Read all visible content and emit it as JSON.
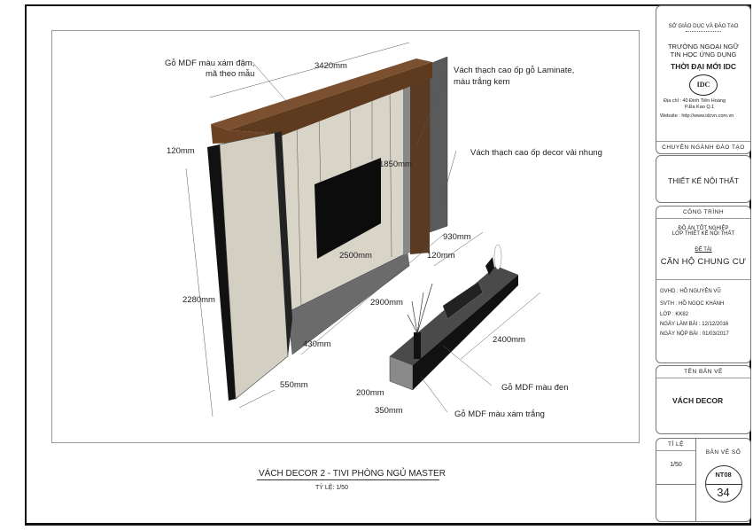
{
  "drawing": {
    "labels": {
      "beam_material_1": "Gỗ MDF màu xám đậm,",
      "beam_material_2": "mã theo mẫu",
      "laminate_wall_1": "Vách thạch cao ốp gỗ Laminate,",
      "laminate_wall_2": "màu trắng kem",
      "velvet_wall": "Vách thạch cao ốp decor vải nhung",
      "black_mdf": "Gỗ MDF màu đen",
      "gray_mdf": "Gỗ MDF màu xám trắng"
    },
    "dimensions": {
      "d3420": "3420mm",
      "d120a": "120mm",
      "d1850": "1850mm",
      "d2280": "2280mm",
      "d930": "930mm",
      "d120b": "120mm",
      "d2500": "2500mm",
      "d2900": "2900mm",
      "d430": "430mm",
      "d550": "550mm",
      "d2400": "2400mm",
      "d200": "200mm",
      "d350": "350mm"
    },
    "title": "VÁCH DECOR 2 - TIVI PHÒNG NGỦ MASTER",
    "scale": "TỶ LỆ: 1/50"
  },
  "title_block": {
    "dept": "SỞ GIÁO DỤC VÀ ĐÀO TẠO",
    "school_1": "TRƯỜNG NGOẠI NGỮ",
    "school_2": "TIN HỌC ỨNG DỤNG",
    "school_3": "THỜI ĐẠI MỚI IDC",
    "logo": "IDC",
    "address_1": "Địa chỉ   : 40 Đinh Tiên Hoàng",
    "address_2": "P.Đa Kao   Q.1",
    "website": "Website : http://www.idcvn.com.vn",
    "major_header": "CHUYÊN NGÀNH ĐÀO TẠO",
    "major": "THIẾT KẾ NỘI THẤT",
    "project_header": "CÔNG TRÌNH",
    "project_1": "ĐỒ ÁN TỐT NGHIỆP",
    "project_2": "LỚP THIẾT KẾ NỘI THẤT",
    "topic_label": "ĐỀ TÀI",
    "topic": "CĂN HỘ CHUNG CƯ",
    "gvhd": "GVHD : HỒ NGUYÊN VŨ",
    "svth": "SVTH  :  HỒ NGỌC KHÁNH",
    "lop": "LỚP   :  KK82",
    "ngay_lam": "NGÀY LÀM BÀI   : 12/12/2016",
    "ngay_nop": "NGÀY NỘP BÀI   : 01/03/2017",
    "drawing_name_header": "TÊN BẢN VẼ",
    "drawing_name": "VÁCH DECOR",
    "scale_header": "TỈ LỆ",
    "scale": "1/50",
    "sheet_header": "BẢN VẼ SỐ",
    "sheet_code": "NT08",
    "sheet_number": "34"
  }
}
